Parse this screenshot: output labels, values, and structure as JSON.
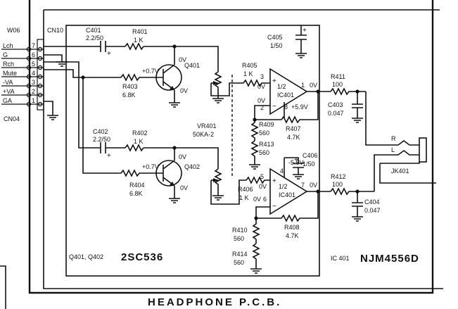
{
  "board_title": "HEADPHONE P.C.B.",
  "left_connector": {
    "top_name": "W06",
    "bottom_name": "CN04",
    "pins": [
      {
        "signal": "Lch",
        "number": "7"
      },
      {
        "signal": "G",
        "number": "6"
      },
      {
        "signal": "Rch",
        "number": "5"
      },
      {
        "signal": "Mute",
        "number": "4"
      },
      {
        "signal": "-VA",
        "number": "3"
      },
      {
        "signal": "+VA",
        "number": "2"
      },
      {
        "signal": "GA",
        "number": "1"
      }
    ]
  },
  "board_connector": "CN10",
  "components": {
    "c401": {
      "ref": "C401",
      "value": "2.2/50"
    },
    "r401": {
      "ref": "R401",
      "value": "1 K"
    },
    "q401": {
      "ref": "Q401",
      "v_base": "+0.7V",
      "v_collector": "0V",
      "v_emitter": "0V"
    },
    "r403": {
      "ref": "R403",
      "value": "6.8K"
    },
    "c405": {
      "ref": "C405",
      "value": "1/50"
    },
    "r405": {
      "ref": "R405",
      "value": "1 K"
    },
    "ic401a": {
      "ref": "IC401",
      "half": "1/2",
      "pin_in_pos": "3",
      "pin_in_neg": "2",
      "pin_out": "1",
      "pin_supply": "8",
      "v_supply": "+5.9V",
      "v_in_pos": "0V",
      "v_in_neg": "0V",
      "v_out": "0V"
    },
    "r411": {
      "ref": "R411",
      "value": "100"
    },
    "c403": {
      "ref": "C403",
      "value": "0.047"
    },
    "r409": {
      "ref": "R409",
      "value": "560"
    },
    "r407": {
      "ref": "R407",
      "value": "4.7K"
    },
    "r413": {
      "ref": "R413",
      "value": "560"
    },
    "c402": {
      "ref": "C402",
      "value": "2.2/50"
    },
    "r402": {
      "ref": "R402",
      "value": "1 K"
    },
    "vr401": {
      "ref": "VR401",
      "value": "50KA-2"
    },
    "q402": {
      "ref": "Q402",
      "v_base": "+0.7V",
      "v_collector": "0V",
      "v_emitter": "0V"
    },
    "r404": {
      "ref": "R404",
      "value": "6.8K"
    },
    "c406": {
      "ref": "C406",
      "value": "1/50"
    },
    "ic401b": {
      "ref": "IC401",
      "half": "1/2",
      "pin_in_pos": "5",
      "pin_in_neg": "6",
      "pin_out": "7",
      "pin_supply": "4",
      "v_supply": "-5.9V",
      "v_in_pos": "0V",
      "v_in_neg": "0V",
      "v_out": "0V"
    },
    "r406": {
      "ref": "R406",
      "value": "1 K"
    },
    "r412": {
      "ref": "R412",
      "value": "100"
    },
    "c404": {
      "ref": "C404",
      "value": "0.047"
    },
    "r410": {
      "ref": "R410",
      "value": "560"
    },
    "r408": {
      "ref": "R408",
      "value": "4.7K"
    },
    "r414": {
      "ref": "R414",
      "value": "560"
    },
    "jk401": {
      "ref": "JK401",
      "label_r": "R",
      "label_l": "L"
    }
  },
  "notes": {
    "transistor_refs": "Q401, Q402",
    "transistor_part": "2SC536",
    "ic_ref": "IC 401",
    "ic_part": "NJM4556D"
  }
}
